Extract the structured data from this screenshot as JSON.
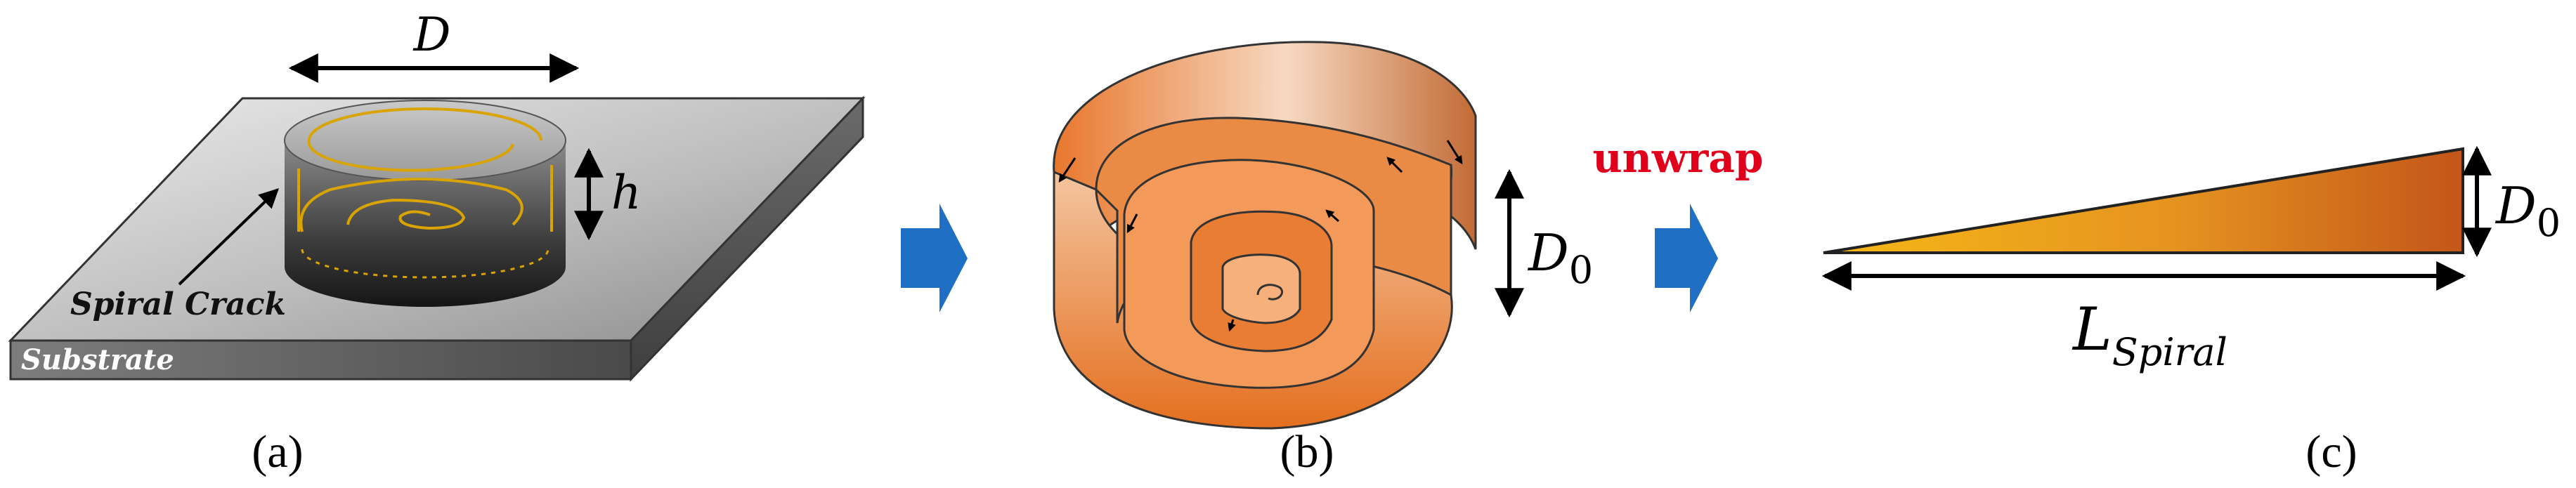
{
  "panels": {
    "a": {
      "caption": "(a)",
      "dimension_diameter": "D",
      "dimension_height": "h",
      "label_crack": "Spiral Crack",
      "label_substrate": "Substrate"
    },
    "b": {
      "caption": "(b)",
      "dimension_strip_width": "D",
      "dimension_strip_width_sub": "0"
    },
    "c": {
      "caption": "(c)",
      "step_label": "unwrap",
      "dimension_strip_width": "D",
      "dimension_strip_width_sub": "0",
      "dimension_length": "L",
      "dimension_length_sub": "Spiral"
    }
  },
  "colors": {
    "flow_arrow": "#1f6fc4",
    "unwrap_text": "#e0001b",
    "strip_orange": "#e8772d",
    "crack_gold": "#d9a400",
    "triangle_start": "#f3b214",
    "triangle_end": "#c55a11"
  },
  "icons": [
    "flow-arrow-icon",
    "double-headed-dimension-arrow"
  ]
}
